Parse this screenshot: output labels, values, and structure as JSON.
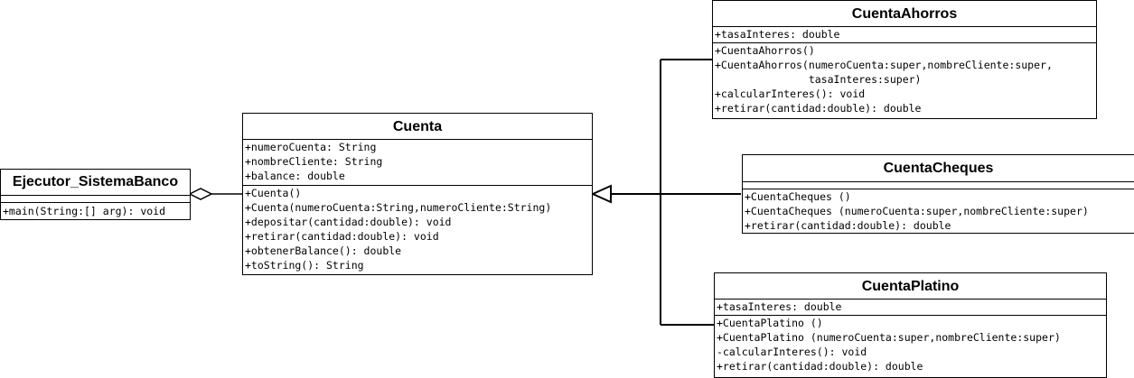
{
  "classes": {
    "ejecutor": {
      "name": "Ejecutor_SistemaBanco",
      "attributes": [],
      "operations": [
        "+main(String:[] arg): void"
      ]
    },
    "cuenta": {
      "name": "Cuenta",
      "attributes": [
        "+numeroCuenta: String",
        "+nombreCliente: String",
        "+balance: double"
      ],
      "operations": [
        "+Cuenta()",
        "+Cuenta(numeroCuenta:String,numeroCliente:String)",
        "+depositar(cantidad:double): void",
        "+retirar(cantidad:double): void",
        "+obtenerBalance(): double",
        "+toString(): String"
      ]
    },
    "ahorros": {
      "name": "CuentaAhorros",
      "attributes": [
        "+tasaInteres: double"
      ],
      "operations": [
        "+CuentaAhorros()",
        "+CuentaAhorros(numeroCuenta:super,nombreCliente:super,",
        "               tasaInteres:super)",
        "+calcularInteres(): void",
        "+retirar(cantidad:double): double"
      ]
    },
    "cheques": {
      "name": "CuentaCheques",
      "attributes": [],
      "operations": [
        "+CuentaCheques ()",
        "+CuentaCheques (numeroCuenta:super,nombreCliente:super)",
        "+retirar(cantidad:double): double"
      ]
    },
    "platino": {
      "name": "CuentaPlatino",
      "attributes": [
        "+tasaInteres: double"
      ],
      "operations": [
        "+CuentaPlatino ()",
        "+CuentaPlatino (numeroCuenta:super,nombreCliente:super)",
        "-calcularInteres(): void",
        "+retirar(cantidad:double): double"
      ]
    }
  }
}
